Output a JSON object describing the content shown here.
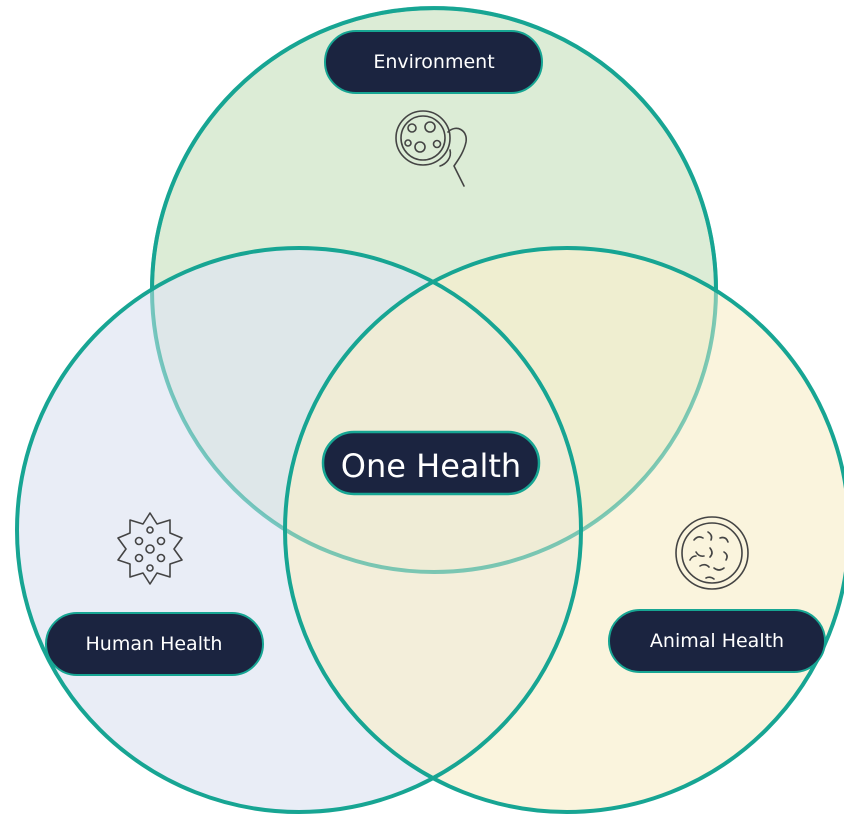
{
  "diagram": {
    "center_label": "One Health",
    "circles": {
      "environment": {
        "label": "Environment",
        "icon": "petri-dish-hand-icon",
        "fill": "#d9ead3"
      },
      "human": {
        "label": "Human Health",
        "icon": "virus-cell-icon",
        "fill": "#e8ecf5"
      },
      "animal": {
        "label": "Animal Health",
        "icon": "bacteria-dish-icon",
        "fill": "#fbf4dc"
      }
    },
    "colors": {
      "outline": "#17a593",
      "pill_background": "#1b2440",
      "pill_border": "#17a593",
      "icon_stroke": "#444444"
    }
  }
}
